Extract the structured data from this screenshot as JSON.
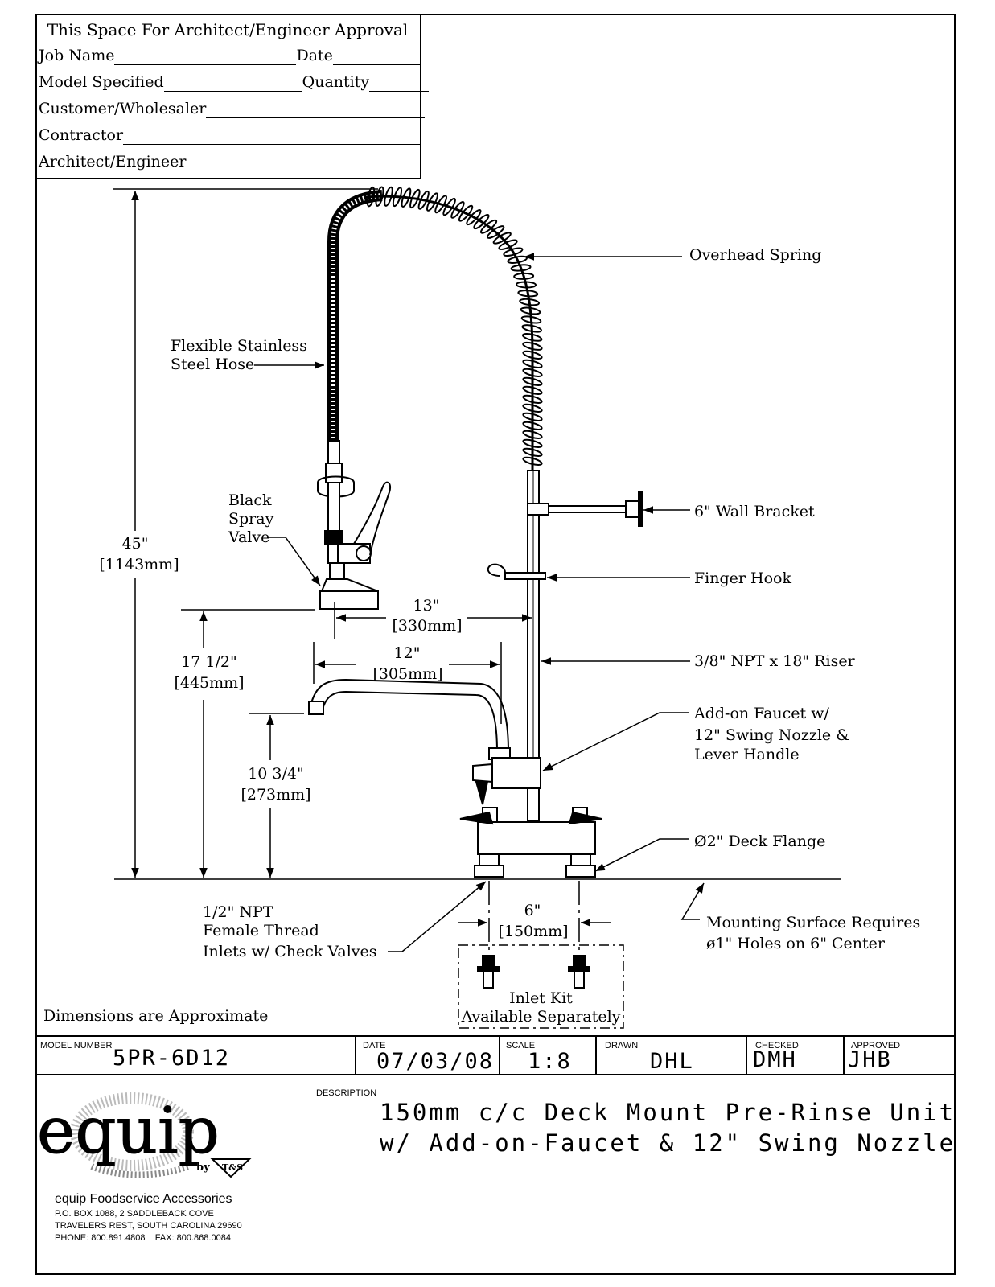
{
  "approval_block": {
    "title": "This Space For Architect/Engineer Approval",
    "job_name_label": "Job Name",
    "date_label": "Date",
    "model_specified_label": "Model Specified",
    "quantity_label": "Quantity",
    "customer_label": "Customer/Wholesaler",
    "contractor_label": "Contractor",
    "architect_label": "Architect/Engineer"
  },
  "callouts": {
    "overhead_spring": "Overhead Spring",
    "hose_line1": "Flexible Stainless",
    "hose_line2": "Steel Hose",
    "valve_line1": "Black",
    "valve_line2": "Spray",
    "valve_line3": "Valve",
    "wall_bracket": "6\" Wall Bracket",
    "finger_hook": "Finger Hook",
    "riser": "3/8\" NPT x 18\" Riser",
    "faucet_line1": "Add-on Faucet w/",
    "faucet_line2": "12\" Swing Nozzle &",
    "faucet_line3": "Lever Handle",
    "deck_flange": "Ø2\" Deck Flange",
    "mounting_line1": "Mounting Surface Requires",
    "mounting_line2": "ø1\" Holes on 6\" Center",
    "inlets_line1": "1/2\" NPT",
    "inlets_line2": "Female Thread",
    "inlets_line3": "Inlets w/ Check Valves",
    "inlet_kit_line1": "Inlet Kit",
    "inlet_kit_line2": "Available Separately",
    "approx_note": "Dimensions are Approximate"
  },
  "dimensions": {
    "overall_height_in": "45\"",
    "overall_height_mm": "[1143mm]",
    "valve_height_in": "17 1/2\"",
    "valve_height_mm": "[445mm]",
    "nozzle_height_in": "10 3/4\"",
    "nozzle_height_mm": "[273mm]",
    "valve_reach_in": "13\"",
    "valve_reach_mm": "[330mm]",
    "nozzle_reach_in": "12\"",
    "nozzle_reach_mm": "[305mm]",
    "center_in": "6\"",
    "center_mm": "[150mm]"
  },
  "title_block": {
    "model_number_caption": "MODEL NUMBER",
    "model_number": "5PR-6D12",
    "date_caption": "DATE",
    "date": "07/03/08",
    "scale_caption": "SCALE",
    "scale": "1:8",
    "drawn_caption": "DRAWN",
    "drawn": "DHL",
    "checked_caption": "CHECKED",
    "checked": "DMH",
    "approved_caption": "APPROVED",
    "approved": "JHB",
    "description_caption": "DESCRIPTION",
    "description_line1": "150mm c/c Deck Mount Pre-Rinse Unit",
    "description_line2": "w/ Add-on-Faucet & 12\" Swing Nozzle"
  },
  "company": {
    "logo_text": "equip",
    "logo_by": "by",
    "logo_ts": "T&S",
    "name": "equip Foodservice Accessories",
    "address1": "P.O. BOX 1088, 2 SADDLEBACK COVE",
    "address2": "TRAVELERS REST, SOUTH CAROLINA 29690",
    "phone_fax": "PHONE: 800.891.4808    FAX: 800.868.0084"
  }
}
